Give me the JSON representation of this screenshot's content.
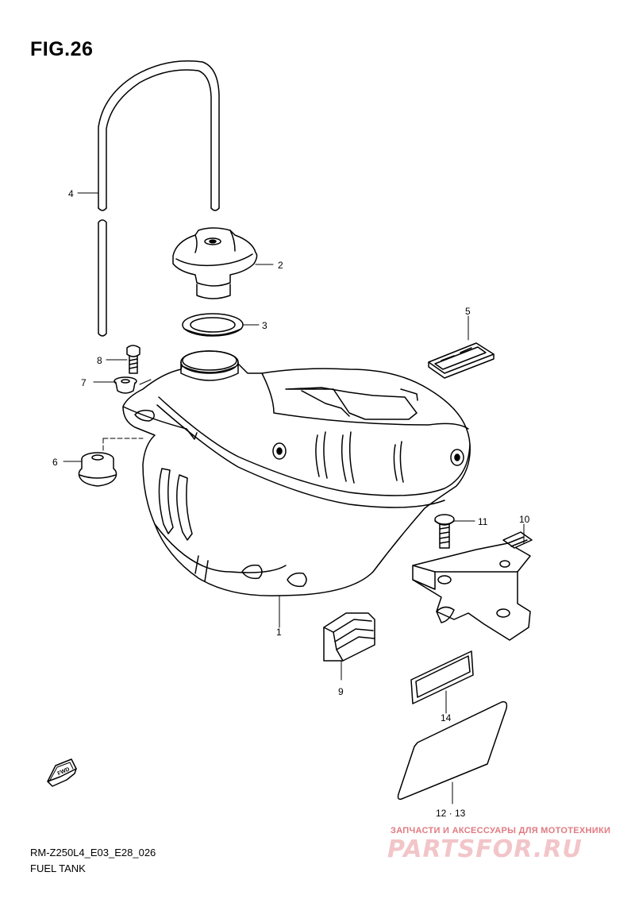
{
  "figure": {
    "title": "FIG.26"
  },
  "parts": {
    "p1": "1",
    "p2": "2",
    "p3": "3",
    "p4": "4",
    "p5": "5",
    "p6": "6",
    "p7": "7",
    "p8": "8",
    "p9": "9",
    "p10": "10",
    "p11": "11",
    "p12_13": "12 · 13",
    "p14": "14"
  },
  "fwd_label": "FWD",
  "footer": {
    "model": "RM-Z250L4_E03_E28_026",
    "caption": "FUEL TANK"
  },
  "watermark": {
    "tagline": "ЗАПЧАСТИ И АКСЕССУАРЫ ДЛЯ МОТОТЕХНИКИ",
    "brand": "PARTSFOR.RU"
  }
}
